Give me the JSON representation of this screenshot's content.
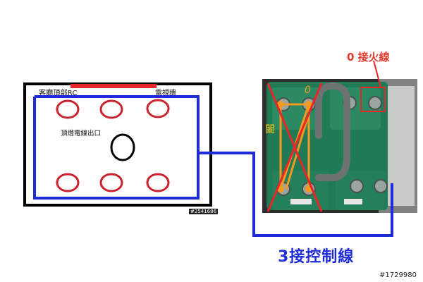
{
  "room": {
    "title": "客廳頂部RC",
    "tv_wall_label": "電視牆",
    "ceiling_outlet_label": "頂燈電線出口",
    "watermark": "#2541686"
  },
  "switch_photo": {
    "fire_wire_label": "0 接火線",
    "control_wire_label": "3接控制線",
    "photo_text_1": "闔",
    "photo_text_2": "0",
    "watermark": "#1729980"
  },
  "colors": {
    "wire_blue": "#1f2bd8",
    "circle_red": "#c8232c",
    "bar_red": "#e8262a",
    "cross_red": "#e8262a",
    "wire_orange": "#f39a1f",
    "switch_green": "#1f7a55"
  }
}
